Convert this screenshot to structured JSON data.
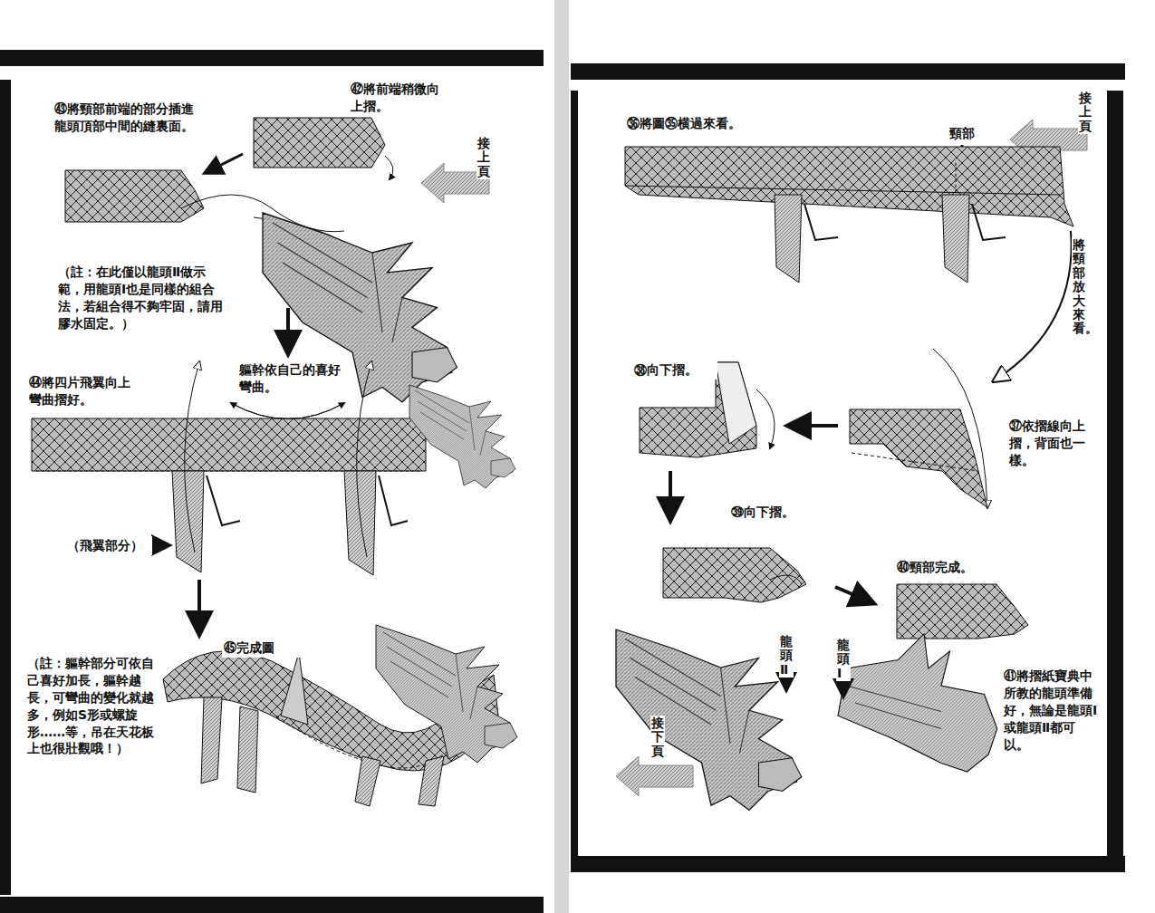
{
  "diagram": {
    "labels": [
      "㊷將前端稍微向上摺。",
      "㊸將頸部前端的部分插進龍頭頂部中間的縫裏面。",
      "接上頁",
      "（註：在此僅以龍頭Ⅱ做示範，用龍頭Ⅰ也是同樣的組合法，若組合得不夠牢固，請用膠水固定。）",
      "軀幹依自己的喜好彎曲。",
      "㊹將四片飛翼向上彎曲摺好。",
      "（飛翼部分）",
      "㊺完成圖",
      "（註：軀幹部分可依自己喜好加長，軀幹越長，可彎曲的變化就越多，例如S形或螺旋形……等，吊在天花板上也很壯觀哦！）",
      "接上頁",
      "㊱將圖㉟横過來看。",
      "頸部",
      "將頸部放大來看。",
      "㊲依摺線向上摺，背面也一樣。",
      "㊳向下摺。",
      "㊴向下摺。",
      "㊵頸部完成。",
      "龍頭Ⅱ",
      "龍頭Ⅰ",
      "㊶將摺紙寶典中所教的龍頭準備好，無論是龍頭Ⅰ或龍頭Ⅱ都可以。",
      "接下頁"
    ]
  }
}
